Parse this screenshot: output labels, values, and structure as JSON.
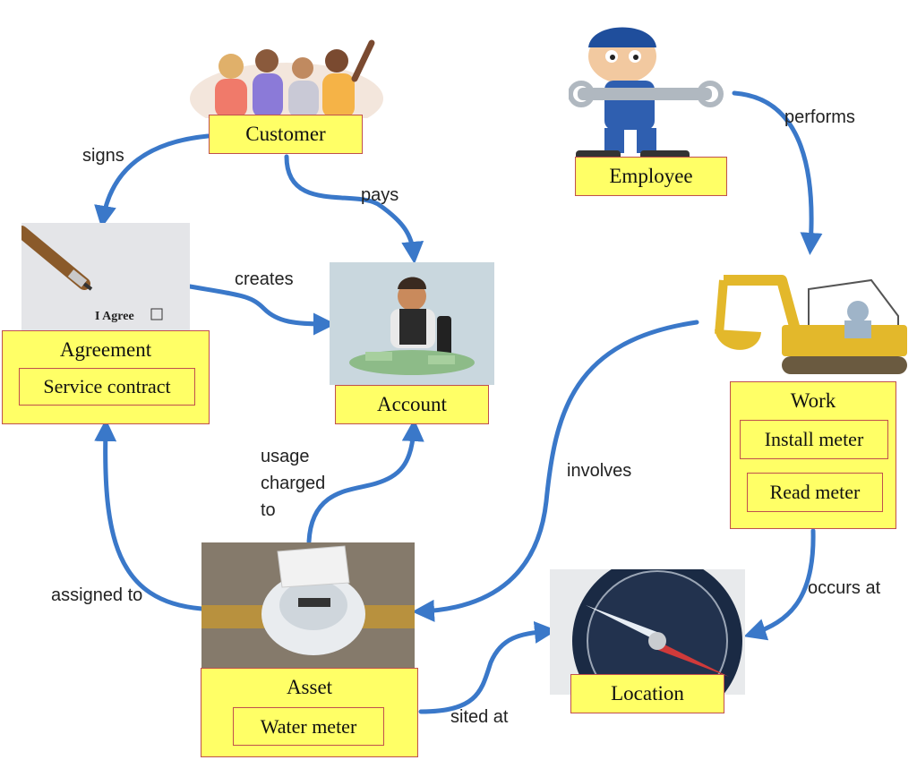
{
  "entities": {
    "customer": "Customer",
    "employee": "Employee",
    "agreement": {
      "title": "Agreement",
      "items": [
        "Service contract"
      ]
    },
    "account": "Account",
    "work": {
      "title": "Work",
      "items": [
        "Install meter",
        "Read meter"
      ]
    },
    "asset": {
      "title": "Asset",
      "items": [
        "Water meter"
      ]
    },
    "location": "Location"
  },
  "relations": {
    "signs": "signs",
    "pays": "pays",
    "performs": "performs",
    "creates": "creates",
    "usage_line1": "usage",
    "usage_line2": "charged",
    "usage_line3": "to",
    "involves": "involves",
    "assigned_to": "assigned to",
    "occurs_at": "occurs at",
    "sited_at": "sited at"
  },
  "image_text": {
    "agree": "I Agree"
  },
  "colors": {
    "box_fill": "#ffff66",
    "box_border": "#c0504d",
    "arrow": "#3a78c9"
  }
}
